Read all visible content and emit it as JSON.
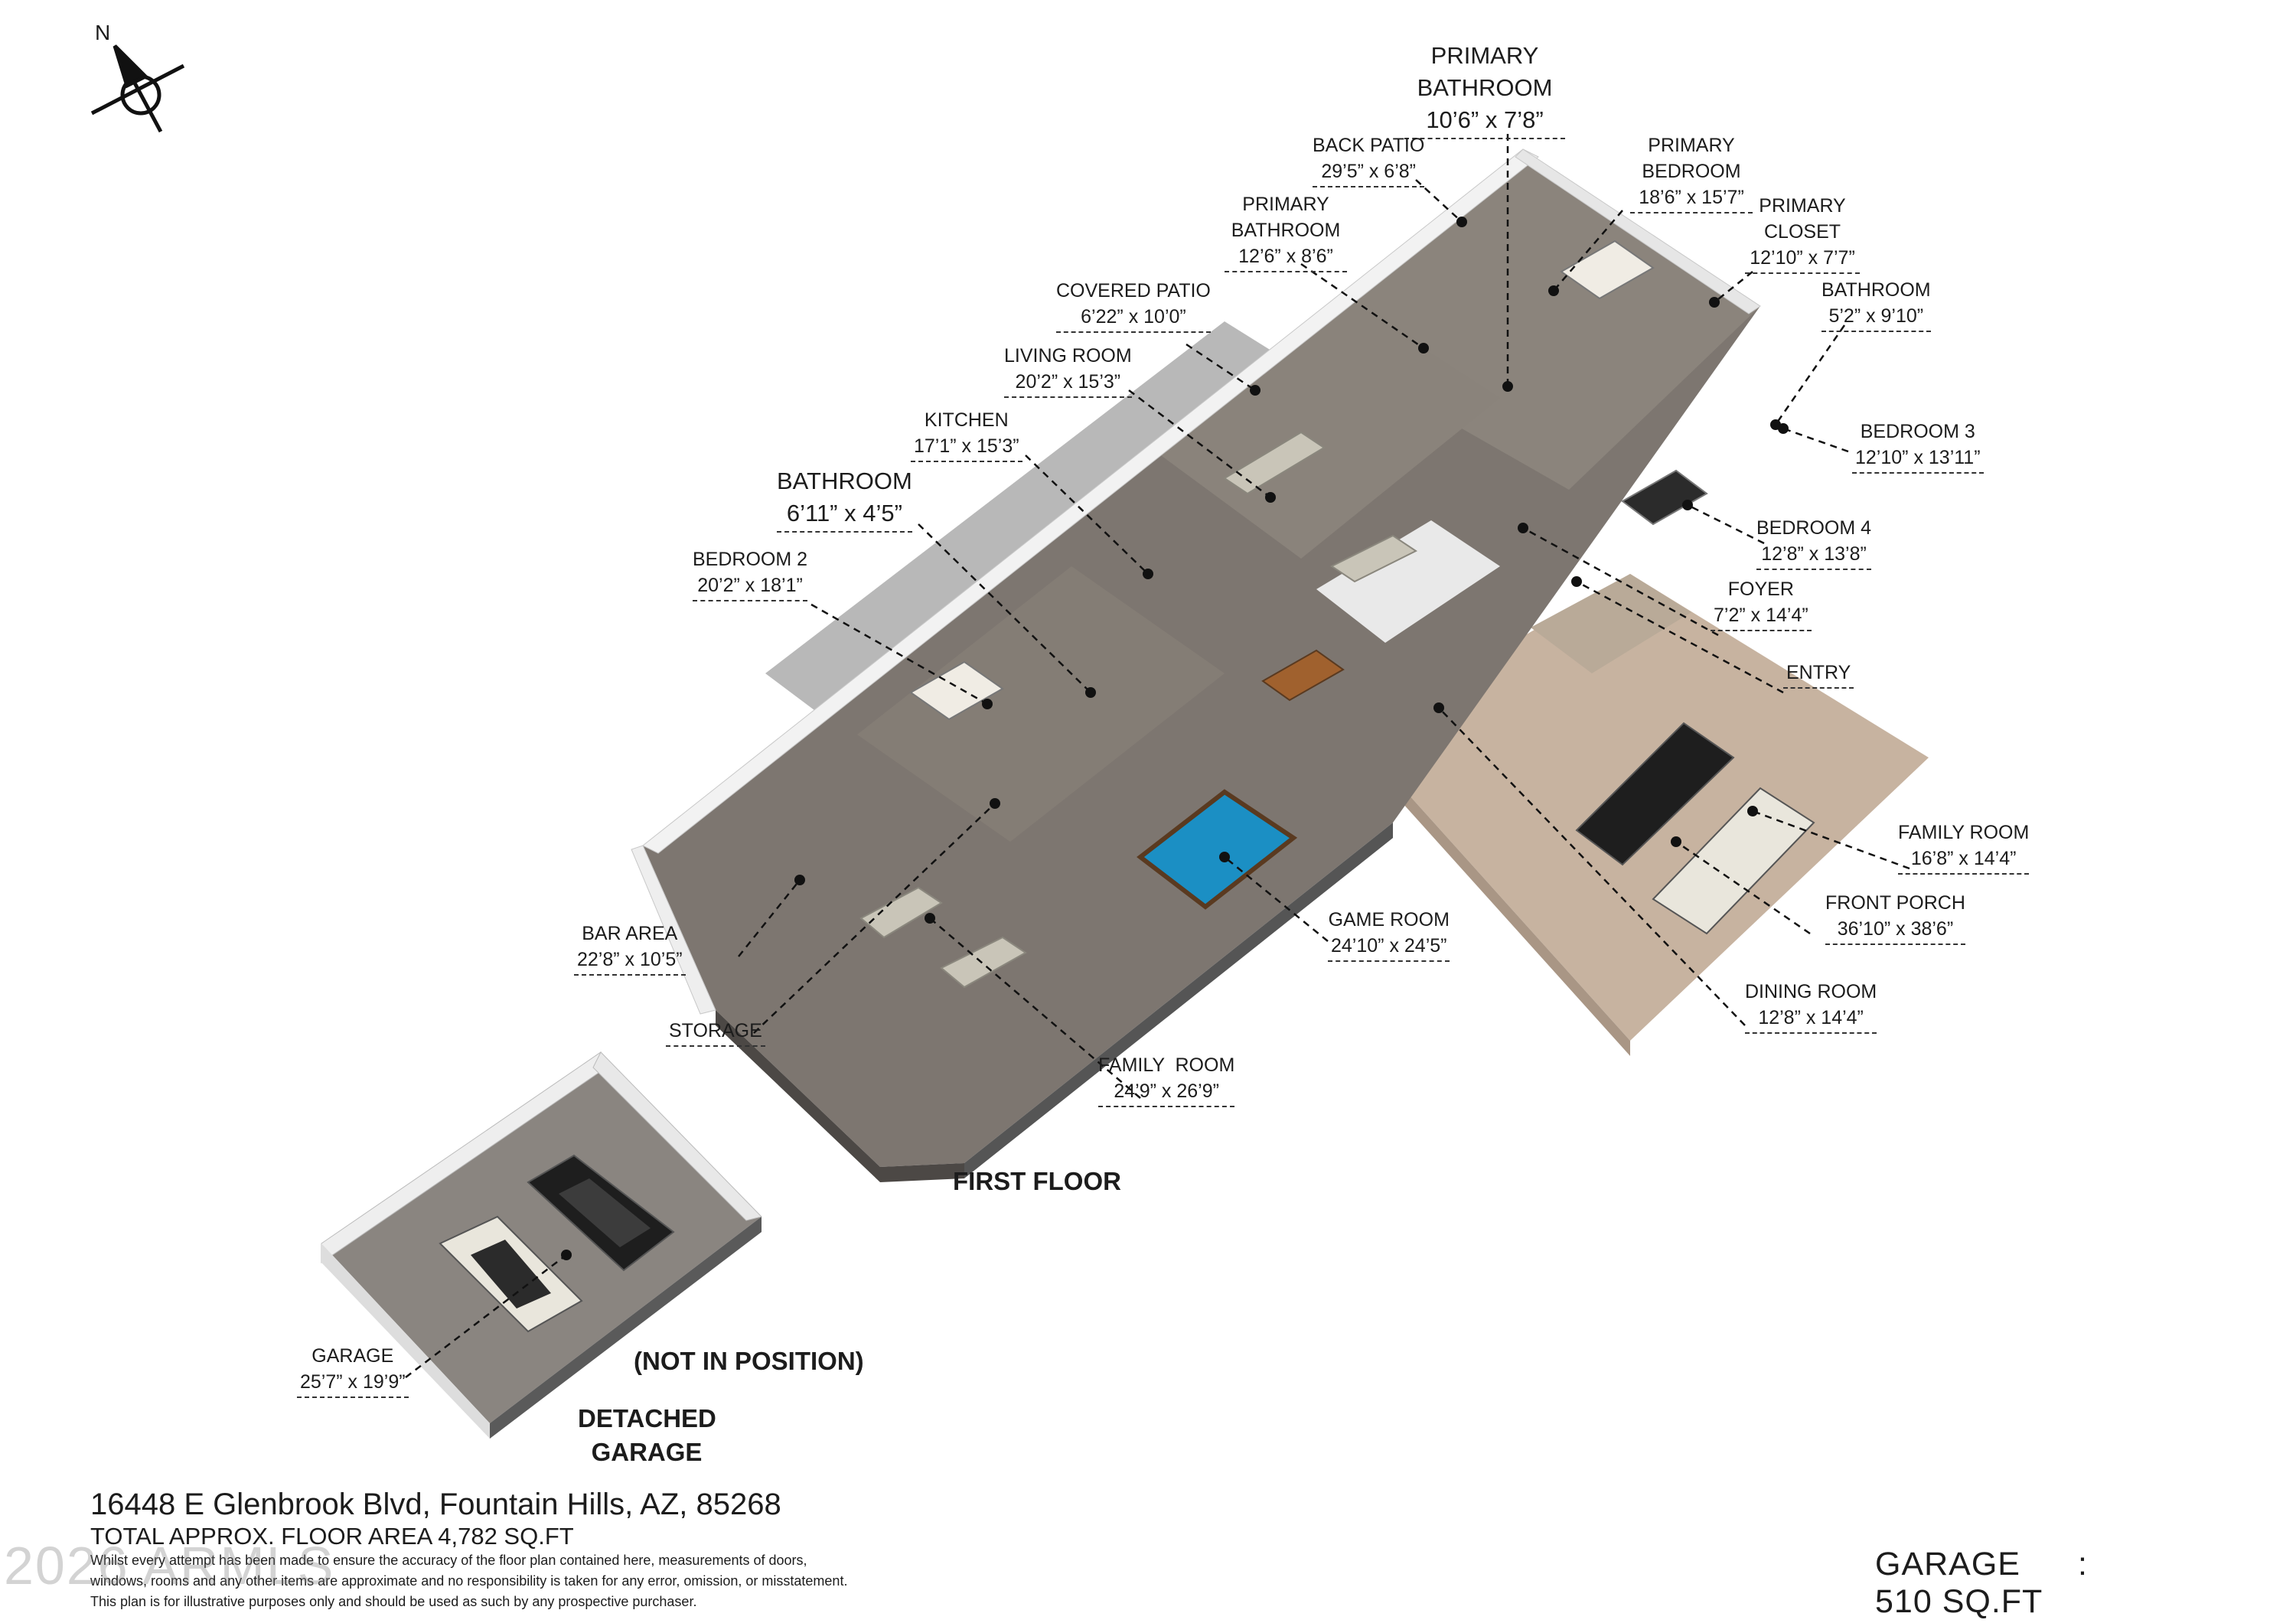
{
  "compass": {
    "label": "N",
    "icon": "compass-north-icon"
  },
  "floor_title": "FIRST FLOOR",
  "detached_garage_title": "DETACHED GARAGE",
  "not_in_position": "(NOT IN POSITION)",
  "rooms": [
    {
      "name": "PRIMARY BATHROOM",
      "dims": "10’6” x 7’8”"
    },
    {
      "name": "BACK PATIO",
      "dims": "29’5” x 6’8”"
    },
    {
      "name": "PRIMARY BEDROOM",
      "dims": "18’6” x 15’7”"
    },
    {
      "name": "PRIMARY CLOSET",
      "dims": "12’10” x 7’7”"
    },
    {
      "name": "PRIMARY BATHROOM",
      "dims": "12’6” x 8’6”"
    },
    {
      "name": "BATHROOM",
      "dims": "5’2” x 9’10”"
    },
    {
      "name": "COVERED PATIO",
      "dims": "6’22” x 10’0”"
    },
    {
      "name": "LIVING ROOM",
      "dims": "20’2” x 15’3”"
    },
    {
      "name": "KITCHEN",
      "dims": "17’1” x 15’3”"
    },
    {
      "name": "BEDROOM 3",
      "dims": "12’10” x 13’11”"
    },
    {
      "name": "BATHROOM",
      "dims": "6’11” x 4’5”"
    },
    {
      "name": "BEDROOM 4",
      "dims": "12’8” x 13’8”"
    },
    {
      "name": "BEDROOM 2",
      "dims": "20’2” x 18’1”"
    },
    {
      "name": "FOYER",
      "dims": "7’2” x 14’4”"
    },
    {
      "name": "ENTRY",
      "dims": ""
    },
    {
      "name": "FAMILY ROOM",
      "dims": "16’8” x 14’4”"
    },
    {
      "name": "FRONT PORCH",
      "dims": "36’10” x 38’6”"
    },
    {
      "name": "BAR AREA",
      "dims": "22’8” x 10’5”"
    },
    {
      "name": "GAME ROOM",
      "dims": "24’10” x 24’5”"
    },
    {
      "name": "DINING ROOM",
      "dims": "12’8” x 14’4”"
    },
    {
      "name": "STORAGE",
      "dims": ""
    },
    {
      "name": "FAMILY  ROOM",
      "dims": "24’9” x 26’9”"
    },
    {
      "name": "GARAGE",
      "dims": "25’7” x 19’9”"
    }
  ],
  "footer": {
    "address": "16448 E Glenbrook Blvd, Fountain Hills, AZ, 85268",
    "total_area": "TOTAL APPROX. FLOOR AREA 4,782 SQ.FT",
    "disclaimer_1": "Whilst every attempt has been made to ensure the accuracy of the floor plan contained here, measurements of doors,",
    "disclaimer_2": "windows, rooms and any other items are approximate and no responsibility is taken for any error, omission, or misstatement.",
    "disclaimer_3": "This plan is for illustrative purposes only and should be used as such by any prospective purchaser."
  },
  "garage_summary": {
    "label": "GARAGE",
    "sep": ":",
    "value": "510 SQ.FT"
  },
  "watermark": "2026 ARMLS",
  "colors": {
    "floor": "#7d7670",
    "wall": "#f2f2f2",
    "wall_side": "#dcdcdc",
    "pool_table": "#1b8fc4",
    "porch": "#c7b3a0",
    "gravel": "#b8b8b8"
  }
}
